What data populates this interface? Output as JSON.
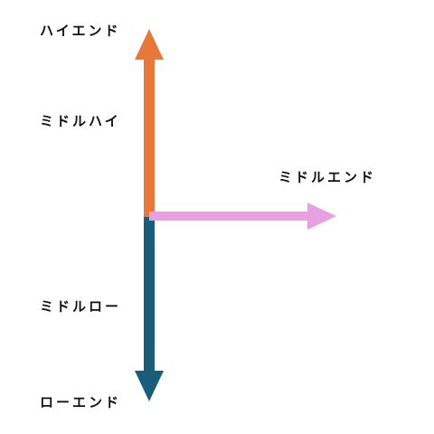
{
  "labels": {
    "high_end": "ハイエンド",
    "middle_high": "ミドルハイ",
    "middle_end": "ミドルエンド",
    "middle_low": "ミドルロー",
    "low_end": "ローエンド"
  },
  "colors": {
    "up_arrow": "#E8773A",
    "down_arrow": "#1A5D7A",
    "right_arrow": "#E7A0E0"
  }
}
